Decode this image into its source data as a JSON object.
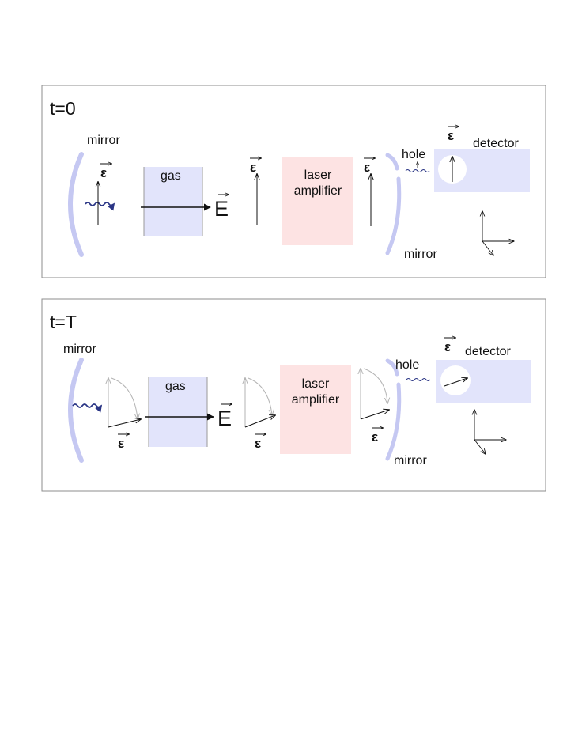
{
  "colors": {
    "mirror": "#c5c8f2",
    "gas": "#e2e4fb",
    "amplifier": "#fde3e3",
    "detector": "#e2e4fb",
    "wave": "#2a3585",
    "arrow": "#111111",
    "faded_arrow": "#b3b3b3",
    "panel_border": "#8c8c8c"
  },
  "symbols": {
    "epsilon": "ε",
    "field": "E"
  },
  "panel_top": {
    "title": "t=0",
    "mirror_label": "mirror",
    "gas_label": "gas",
    "amplifier_label": [
      "laser",
      "amplifier"
    ],
    "hole_label": "hole",
    "detector_label": "detector",
    "exit_mirror_label": "mirror"
  },
  "panel_bottom": {
    "title": "t=T",
    "mirror_label": "mirror",
    "gas_label": "gas",
    "amplifier_label": [
      "laser",
      "amplifier"
    ],
    "hole_label": "hole",
    "detector_label": "detector",
    "exit_mirror_label": "mirror"
  }
}
